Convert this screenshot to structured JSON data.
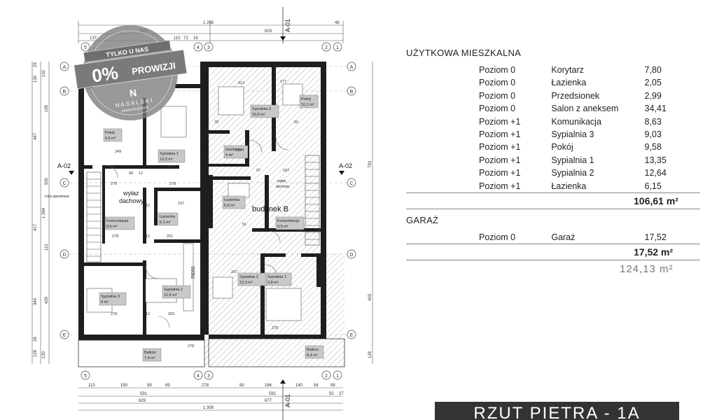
{
  "promo": {
    "top": "TYLKO U NAS",
    "big": "0%",
    "word": "PROWIZJI",
    "brand": "NASALSKI",
    "brand_sub": "PREMIUM ESTATE"
  },
  "plan": {
    "section_marks": [
      "A-01",
      "A-02"
    ],
    "axes_letters": [
      "A",
      "B",
      "C",
      "D",
      "E"
    ],
    "axes_numbers": [
      "1",
      "2",
      "3",
      "4",
      "5"
    ],
    "top_dims": [
      "1 258",
      "629",
      "629",
      "137",
      "110",
      "72",
      "18",
      "48"
    ],
    "bottom_dims": [
      "113",
      "190",
      "89",
      "89",
      "278",
      "90",
      "166",
      "140",
      "54",
      "98",
      "591",
      "591",
      "50",
      "27",
      "629",
      "677",
      "1 308"
    ],
    "left_dims": [
      "29",
      "132",
      "130",
      "195",
      "447",
      "530",
      "417",
      "1 264",
      "110",
      "344",
      "429",
      "28",
      "128",
      "130"
    ],
    "right_dims": [
      "793",
      "403",
      "128"
    ],
    "rooms": [
      {
        "name": "Pokój",
        "area": "9,6 m²"
      },
      {
        "name": "Sypialnia 1",
        "area": "13,3 m²"
      },
      {
        "name": "Komunikacja",
        "area": "8,6 m²"
      },
      {
        "name": "Łazienka",
        "area": "6,1 m²"
      },
      {
        "name": "Sypialnia 2",
        "area": "12,6 m²"
      },
      {
        "name": "Sypialnia 3",
        "area": "9 m²"
      },
      {
        "name": "Balkon",
        "area": "7,4 m²"
      },
      {
        "name": "Sypialnia 3",
        "area": "10,9 m²"
      },
      {
        "name": "Pokój",
        "area": "10,1 m²"
      },
      {
        "name": "Garderoba",
        "area": "4 m²"
      },
      {
        "name": "Łazienka",
        "area": "6,5 m²"
      },
      {
        "name": "Komunikacja",
        "area": "9,5 m²"
      },
      {
        "name": "Sypialnia 2",
        "area": "13,3 m²"
      },
      {
        "name": "Sypialnia 1",
        "area": "9,8 m²"
      },
      {
        "name": "Balkon",
        "area": "8,4 m²"
      }
    ],
    "labels": {
      "wylaz1": "wyłaz",
      "wylaz2": "dachowy",
      "wylaz_small1": "wyłaz",
      "wylaz_small2": "dachowy",
      "rura": "rura spustowa",
      "budynek": "budynek B",
      "re": "RE60"
    },
    "inner_dims": [
      "249",
      "90",
      "12",
      "278",
      "197",
      "12",
      "278",
      "251",
      "278",
      "283",
      "12",
      "12",
      "283",
      "278",
      "278",
      "312",
      "177",
      "97",
      "187",
      "51",
      "207",
      "278",
      "78",
      "50",
      "312"
    ]
  },
  "table": {
    "section1_title": "UŻYTKOWA MIESZKALNA",
    "rows1": [
      {
        "level": "Poziom 0",
        "room": "Korytarz",
        "area": "7,80"
      },
      {
        "level": "Poziom 0",
        "room": "Łazienka",
        "area": "2,05"
      },
      {
        "level": "Poziom 0",
        "room": "Przedsionek",
        "area": "2,99"
      },
      {
        "level": "Poziom 0",
        "room": "Salon z aneksem",
        "area": "34,41"
      },
      {
        "level": "Poziom +1",
        "room": "Komunikacja",
        "area": "8,63"
      },
      {
        "level": "Poziom +1",
        "room": "Sypialnia 3",
        "area": "9,03"
      },
      {
        "level": "Poziom +1",
        "room": "Pokój",
        "area": "9,58"
      },
      {
        "level": "Poziom +1",
        "room": "Sypialnia 1",
        "area": "13,35"
      },
      {
        "level": "Poziom +1",
        "room": "Sypialnia 2",
        "area": "12,64"
      },
      {
        "level": "Poziom +1",
        "room": "Łazienka",
        "area": "6,15"
      }
    ],
    "sum1": "106,61 m²",
    "section2_title": "GARAŻ",
    "rows2": [
      {
        "level": "Poziom 0",
        "room": "Garaż",
        "area": "17,52"
      }
    ],
    "sum2": "17,52 m²",
    "grand_total": "124,13  m²"
  },
  "footer": {
    "title": "RZUT PIETRA - 1A"
  }
}
